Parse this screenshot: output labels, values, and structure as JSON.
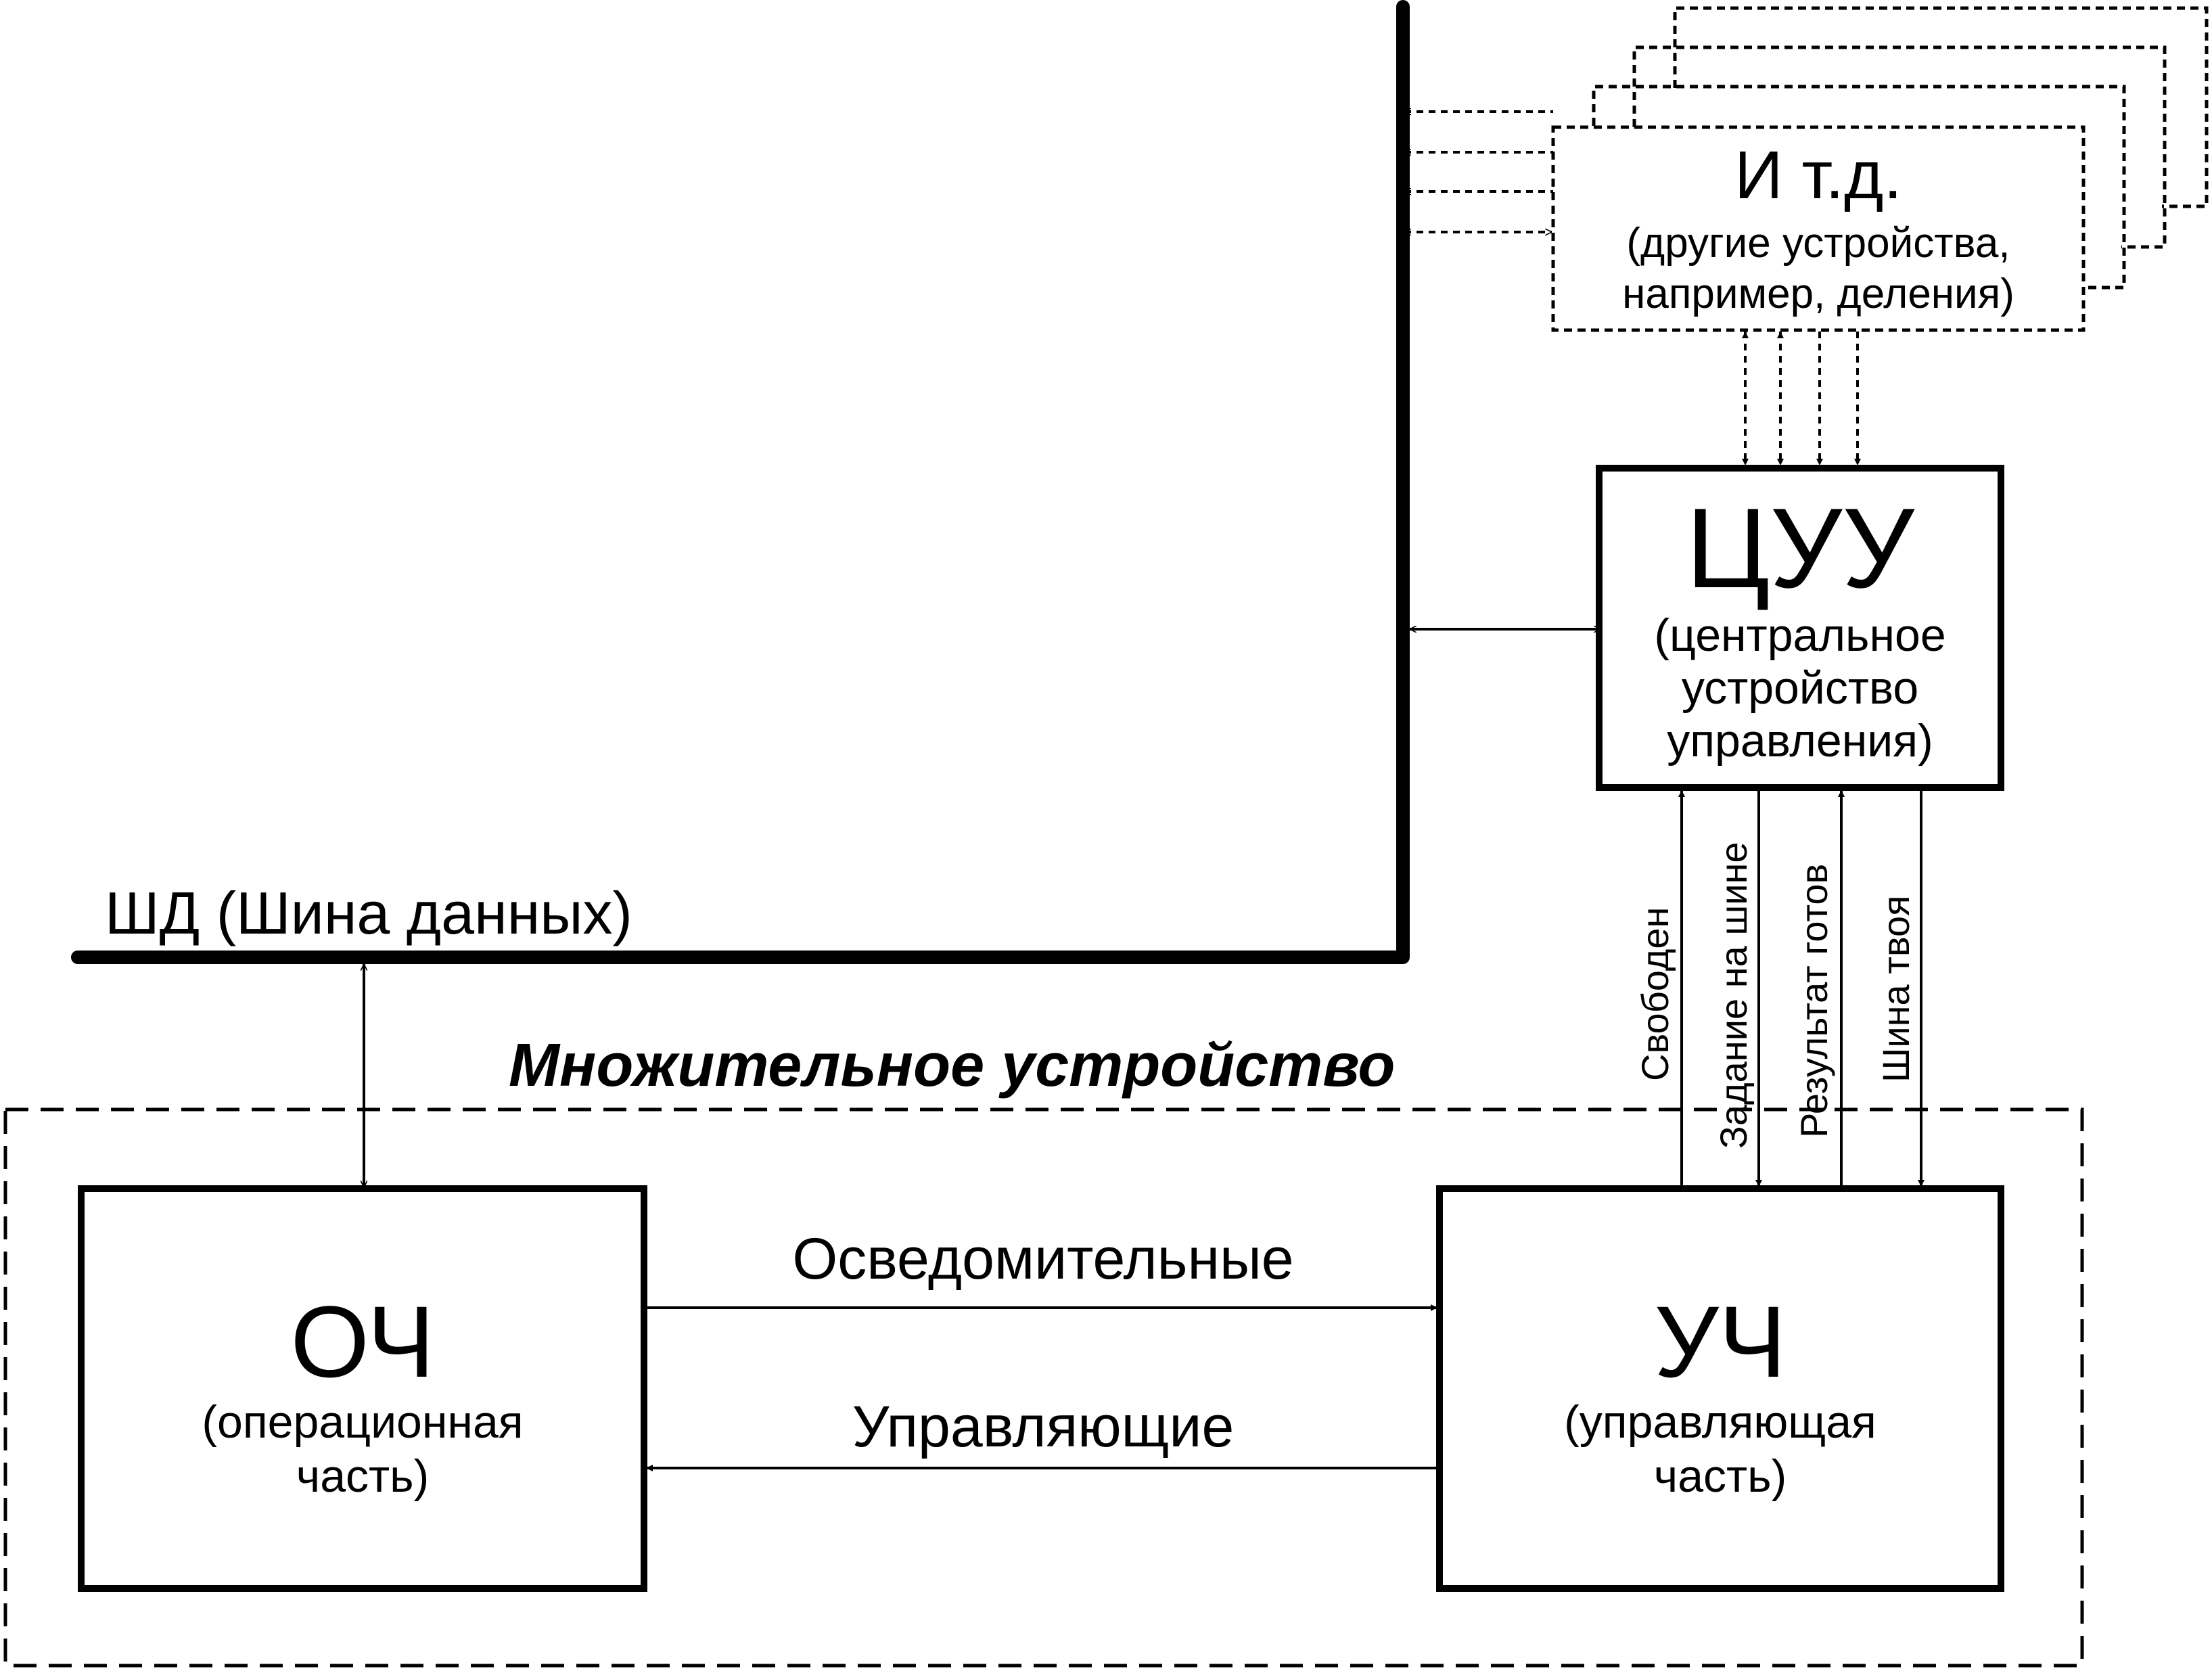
{
  "bus": {
    "label": "ШД (Шина данных)"
  },
  "multiplier": {
    "title": "Множительное устройство"
  },
  "och": {
    "abbr": "ОЧ",
    "desc_line1": "(операционная",
    "desc_line2": "часть)"
  },
  "uch": {
    "abbr": "УЧ",
    "desc_line1": "(управляющая",
    "desc_line2": "часть)"
  },
  "cuu": {
    "abbr": "ЦУУ",
    "desc_line1": "(центральное",
    "desc_line2": "устройство",
    "desc_line3": "управления)"
  },
  "other": {
    "title": "И т.д.",
    "desc_line1": "(другие устройства,",
    "desc_line2": "например, деления)"
  },
  "signals": {
    "informational": "Осведомительные",
    "control": "Управляющие",
    "free": "Свободен",
    "task_on_bus": "Задание на шине",
    "result_ready": "Результат готов",
    "bus_yours": "Шина твоя"
  }
}
